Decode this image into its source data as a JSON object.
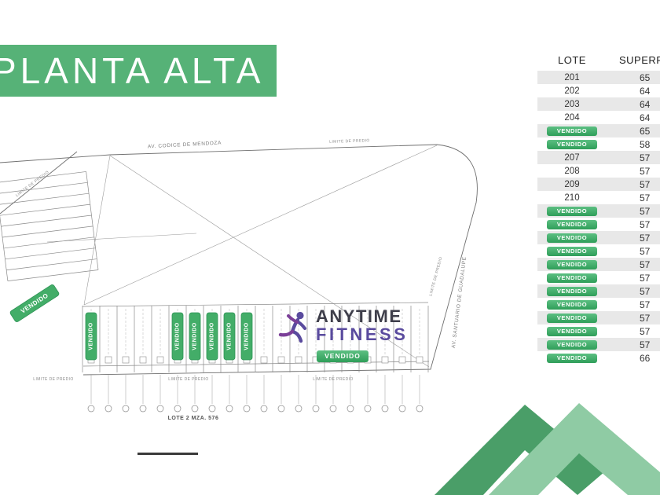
{
  "banner": {
    "title": "PLANTA ALTA",
    "color": "#56b277"
  },
  "plan": {
    "vendido_label": "VENDIDO",
    "labels": {
      "av_codice": "AV. CODICE DE MENDOZA",
      "av_santuario": "AV. SANTUARIO DE GUADALUPE",
      "limite": "LIMITE DE PREDIO",
      "lote_caption": "LOTE 2 MZA. 576"
    }
  },
  "logo": {
    "line1": "ANYTIME",
    "line2": "FITNESS",
    "badge": "VENDIDO",
    "purple": "#5a4b9e"
  },
  "table": {
    "headers": {
      "lote": "LOTE",
      "superficie": "SUPERFICIE"
    },
    "sold_label": "VENDIDO",
    "rows": [
      {
        "lote": "201",
        "sold": false,
        "superficie": "65"
      },
      {
        "lote": "202",
        "sold": false,
        "superficie": "64"
      },
      {
        "lote": "203",
        "sold": false,
        "superficie": "64"
      },
      {
        "lote": "204",
        "sold": false,
        "superficie": "64"
      },
      {
        "lote": "",
        "sold": true,
        "superficie": "65"
      },
      {
        "lote": "",
        "sold": true,
        "superficie": "58"
      },
      {
        "lote": "207",
        "sold": false,
        "superficie": "57"
      },
      {
        "lote": "208",
        "sold": false,
        "superficie": "57"
      },
      {
        "lote": "209",
        "sold": false,
        "superficie": "57"
      },
      {
        "lote": "210",
        "sold": false,
        "superficie": "57"
      },
      {
        "lote": "",
        "sold": true,
        "superficie": "57"
      },
      {
        "lote": "",
        "sold": true,
        "superficie": "57"
      },
      {
        "lote": "",
        "sold": true,
        "superficie": "57"
      },
      {
        "lote": "",
        "sold": true,
        "superficie": "57"
      },
      {
        "lote": "",
        "sold": true,
        "superficie": "57"
      },
      {
        "lote": "",
        "sold": true,
        "superficie": "57"
      },
      {
        "lote": "",
        "sold": true,
        "superficie": "57"
      },
      {
        "lote": "",
        "sold": true,
        "superficie": "57"
      },
      {
        "lote": "",
        "sold": true,
        "superficie": "57"
      },
      {
        "lote": "",
        "sold": true,
        "superficie": "57"
      },
      {
        "lote": "",
        "sold": true,
        "superficie": "57"
      },
      {
        "lote": "",
        "sold": true,
        "superficie": "66"
      }
    ]
  },
  "colors": {
    "accent_green": "#45b06b",
    "badge_green_dark": "#2f9e59",
    "chevron_light": "#8fcba4",
    "chevron_dark": "#4a9e68",
    "line_gray": "#777777"
  }
}
